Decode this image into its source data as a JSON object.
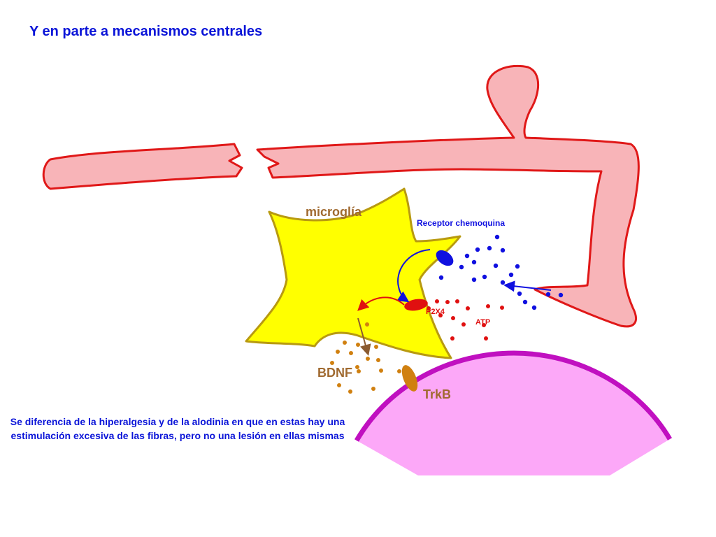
{
  "title": "Y en parte a mecanismos centrales",
  "labels": {
    "microglia": "microglía",
    "chemokine_receptor": "Receptor chemoquina",
    "p2x4": "P2X4",
    "atp": "ATP",
    "bdnf": "BDNF",
    "trkb": "TrkB"
  },
  "caption": "Se diferencia de la hiperalgesia y de la alodinia en que en estas hay una estimulación excesiva de las fibras, pero no una lesión en ellas mismas",
  "colors": {
    "title_text": "#0a14d8",
    "nerve_fill": "#f8b4b8",
    "nerve_stroke": "#e01818",
    "microglia_fill": "#ffff00",
    "microglia_stroke": "#b89a10",
    "neuron_fill": "#fca8f8",
    "neuron_stroke": "#c010c0",
    "chemokine": "#1010e0",
    "atp": "#e01010",
    "bdnf": "#d08010",
    "label_brown": "#a06a30"
  }
}
